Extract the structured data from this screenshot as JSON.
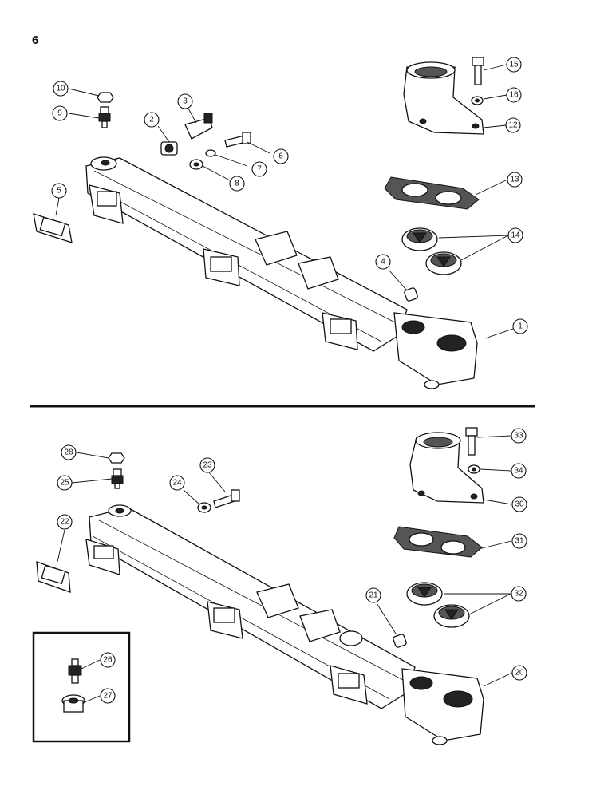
{
  "page": {
    "number": "6"
  },
  "callouts": {
    "c1": "1",
    "c2": "2",
    "c3": "3",
    "c4": "4",
    "c5": "5",
    "c6": "6",
    "c7": "7",
    "c8": "8",
    "c9": "9",
    "c10": "10",
    "c12": "12",
    "c13": "13",
    "c14": "14",
    "c15": "15",
    "c16": "16",
    "c20": "20",
    "c21": "21",
    "c22": "22",
    "c23": "23",
    "c24": "24",
    "c25": "25",
    "c26": "26",
    "c27": "27",
    "c28": "28",
    "c30": "30",
    "c31": "31",
    "c32": "32",
    "c33": "33",
    "c34": "34"
  }
}
